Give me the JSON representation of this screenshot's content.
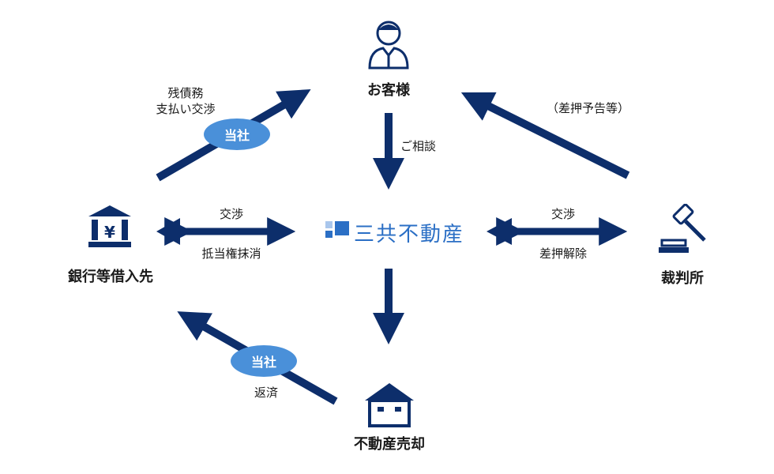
{
  "colors": {
    "arrow": "#0d2e6b",
    "badge": "#4a90d9",
    "logo": "#2b6fc5"
  },
  "nodes": {
    "customer": {
      "label": "お客様",
      "icon": "person-icon"
    },
    "bank": {
      "label": "銀行等借入先",
      "icon": "bank-icon",
      "icon_text": "¥"
    },
    "court": {
      "label": "裁判所",
      "icon": "gavel-icon"
    },
    "sale": {
      "label": "不動産売却",
      "icon": "house-icon"
    },
    "company": {
      "name": "三共不動産",
      "icon": "logo-squares-icon"
    }
  },
  "edges": {
    "bank_to_customer": {
      "label": "残債務\n支払い交渉",
      "badge": "当社"
    },
    "customer_to_company": {
      "label": "ご相談"
    },
    "court_to_customer": {
      "label": "（差押予告等）"
    },
    "company_bank": {
      "top": "交渉",
      "bottom": "抵当権抹消"
    },
    "company_court": {
      "top": "交渉",
      "bottom": "差押解除"
    },
    "sale_to_bank": {
      "label": "返済",
      "badge": "当社"
    }
  }
}
